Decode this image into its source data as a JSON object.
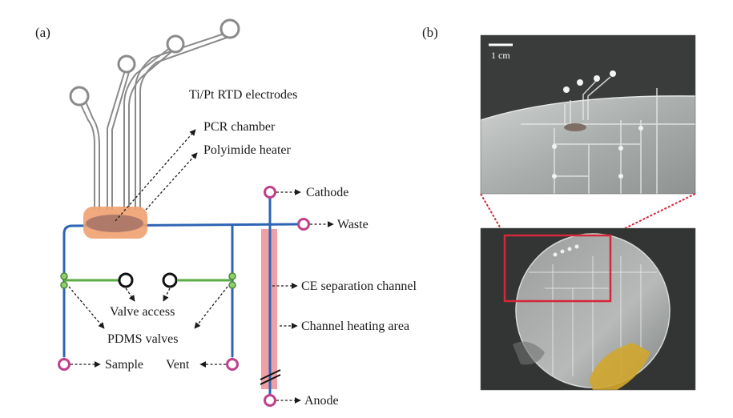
{
  "panels": {
    "a": "(a)",
    "b": "(b)"
  },
  "labels": {
    "electrodes": "Ti/Pt RTD electrodes",
    "pcr_chamber": "PCR chamber",
    "heater": "Polyimide heater",
    "cathode": "Cathode",
    "waste": "Waste",
    "ce_channel": "CE separation channel",
    "channel_heating": "Channel heating area",
    "valve_access": "Valve access",
    "pdms_valves": "PDMS valves",
    "sample": "Sample",
    "vent": "Vent",
    "anode": "Anode"
  },
  "photo": {
    "scale_bar": "1 cm"
  },
  "colors": {
    "channel": "#2e64b4",
    "electrode": "#8a8a8a",
    "valve_line": "#5aac46",
    "port": "#c0408c",
    "heater": "#f0a070",
    "chamber": "#b07a6a",
    "heating_area": "#f0a0a4",
    "highlight": "#d3273a"
  }
}
